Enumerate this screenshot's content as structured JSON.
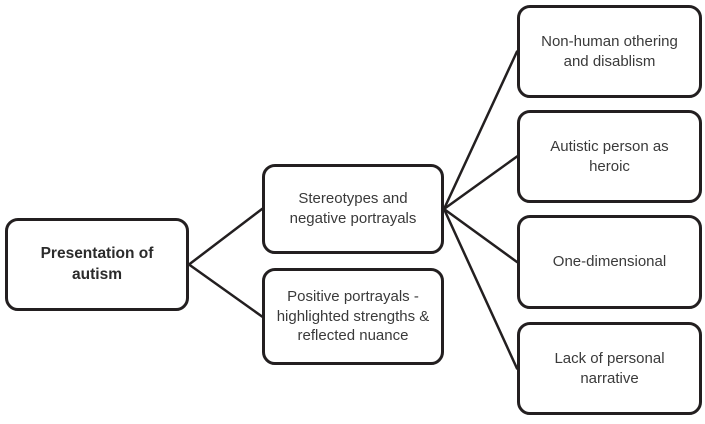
{
  "diagram": {
    "title": "Presentation of autism diagram",
    "colors": {
      "border": "#231f20",
      "line": "#231f20",
      "text": "#3a3a3a",
      "background": "#ffffff"
    },
    "nodes": [
      {
        "id": "root",
        "label": "Presentation of autism"
      },
      {
        "id": "stereotypes",
        "label": "Stereotypes and\nnegative portrayals"
      },
      {
        "id": "positive",
        "label": "Positive portrayals -\nhighlighted strengths &\nreflected nuance"
      },
      {
        "id": "othering",
        "label": "Non-human othering\nand disablism"
      },
      {
        "id": "heroic",
        "label": "Autistic person as heroic"
      },
      {
        "id": "onedim",
        "label": "One-dimensional"
      },
      {
        "id": "lack",
        "label": "Lack of personal\nnarrative"
      }
    ],
    "edges": [
      {
        "from": "root",
        "to": "stereotypes"
      },
      {
        "from": "root",
        "to": "positive"
      },
      {
        "from": "stereotypes",
        "to": "othering"
      },
      {
        "from": "stereotypes",
        "to": "heroic"
      },
      {
        "from": "stereotypes",
        "to": "onedim"
      },
      {
        "from": "stereotypes",
        "to": "lack"
      }
    ]
  }
}
